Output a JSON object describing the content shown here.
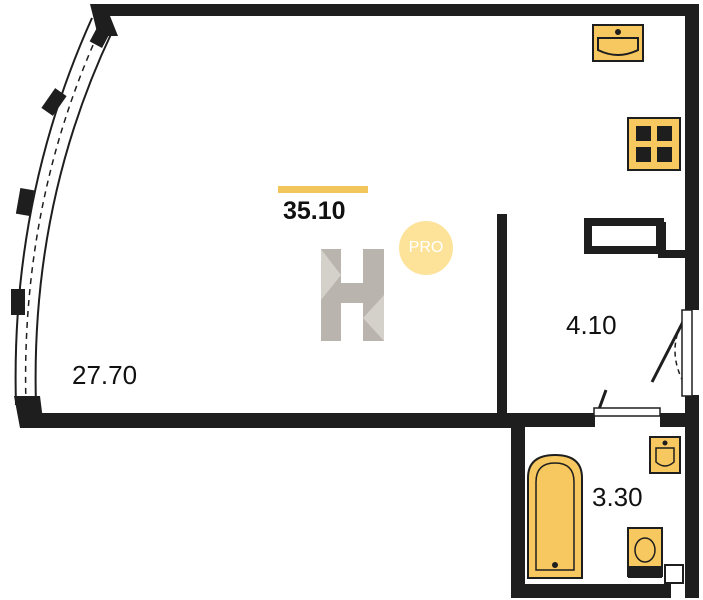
{
  "plan": {
    "total_area": "35.10",
    "rooms": [
      {
        "id": "main-room",
        "area": "27.70"
      },
      {
        "id": "hallway",
        "area": "4.10"
      },
      {
        "id": "bathroom",
        "area": "3.30"
      }
    ]
  },
  "badge": {
    "text": "PRO"
  },
  "logo": {
    "letter": "H"
  },
  "colors": {
    "wall": "#1e1e1e",
    "fixture": "#f6c85f",
    "accent_bar": "#f2c65a",
    "badge_bg": "#fde39a",
    "badge_text": "#ffffff",
    "logo": "#b9b4ad"
  }
}
